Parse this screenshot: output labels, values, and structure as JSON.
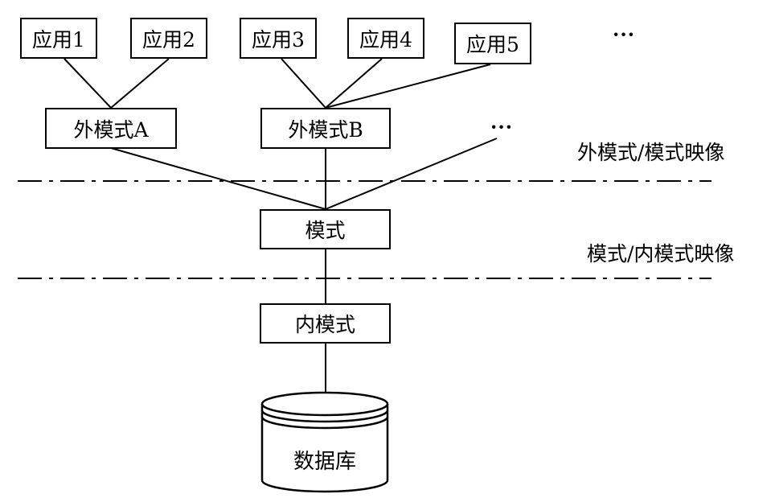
{
  "applications": [
    "应用1",
    "应用2",
    "应用3",
    "应用4",
    "应用5"
  ],
  "applications_more": "···",
  "external_schemas": [
    "外模式A",
    "外模式B"
  ],
  "external_more": "···",
  "schema": "模式",
  "internal_schema": "内模式",
  "database": "数据库",
  "mappings": {
    "external_to_conceptual": "外模式/模式映像",
    "conceptual_to_internal": "模式/内模式映像"
  }
}
